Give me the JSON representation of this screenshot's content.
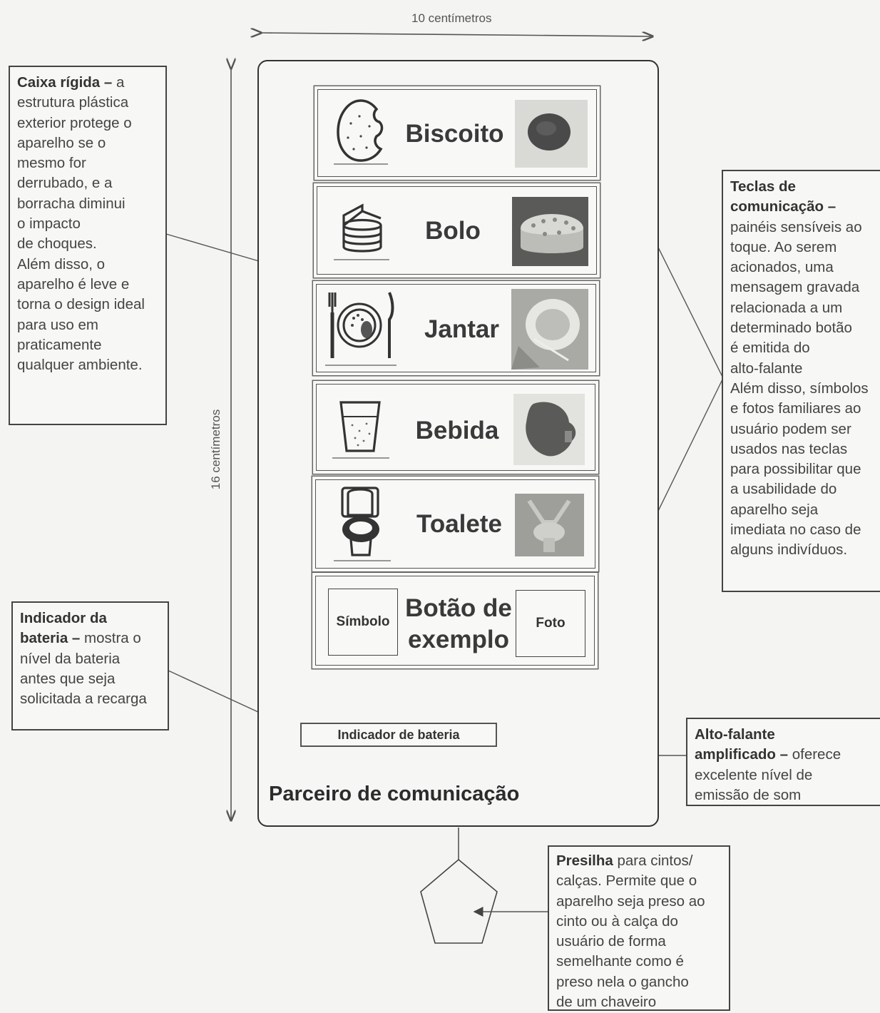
{
  "dimensions": {
    "width_label": "10 centímetros",
    "height_label": "16 centímetros"
  },
  "device": {
    "title": "Parceiro de comunicação",
    "battery_label": "Indicador de bateria",
    "keys": [
      {
        "label": "Biscoito",
        "symbol": "cookie-icon"
      },
      {
        "label": "Bolo",
        "symbol": "cake-icon"
      },
      {
        "label": "Jantar",
        "symbol": "dinner-plate-icon"
      },
      {
        "label": "Bebida",
        "symbol": "drink-glass-icon"
      },
      {
        "label": "Toalete",
        "symbol": "toilet-icon"
      }
    ],
    "sample_key": {
      "label_line1": "Botão de",
      "label_line2": "exemplo",
      "symbol_label": "Símbolo",
      "photo_label": "Foto"
    }
  },
  "callouts": {
    "case": {
      "title": "Caixa rígida –",
      "lines": [
        "a",
        "estrutura plástica",
        "exterior protege o",
        "aparelho se o",
        "mesmo for",
        "derrubado, e a",
        "borracha diminui",
        "o impacto",
        "de choques.",
        "Além disso, o",
        "aparelho é leve e",
        "torna o design ideal",
        "para uso em",
        "praticamente",
        "qualquer ambiente."
      ]
    },
    "keys": {
      "title1": "Teclas de",
      "title2": "comunicação –",
      "lines": [
        "painéis sensíveis ao",
        "toque. Ao serem",
        "acionados, uma",
        "mensagem gravada",
        "relacionada a um",
        "determinado botão",
        "é emitida do",
        "alto-falante",
        "Além disso, símbolos",
        "e fotos familiares ao",
        "usuário podem ser",
        "usados nas teclas",
        "para possibilitar que",
        "a usabilidade do",
        "aparelho seja",
        "imediata no caso de",
        "alguns indivíduos."
      ]
    },
    "battery": {
      "title1": "Indicador da",
      "title2": "bateria –",
      "lines": [
        "mostra o",
        "nível da bateria",
        "antes que seja",
        "solicitada a recarga"
      ]
    },
    "speaker": {
      "title1": "Alto-falante",
      "title2": "amplificado –",
      "lines": [
        "oferece",
        "excelente nível de",
        "emissão de som"
      ]
    },
    "clip": {
      "title": "Presilha",
      "lines": [
        "para cintos/",
        "calças. Permite que o",
        "aparelho seja preso ao",
        "cinto ou à calça do",
        "usuário de forma",
        "semelhante como é",
        "preso nela o gancho",
        "de um chaveiro"
      ]
    }
  }
}
